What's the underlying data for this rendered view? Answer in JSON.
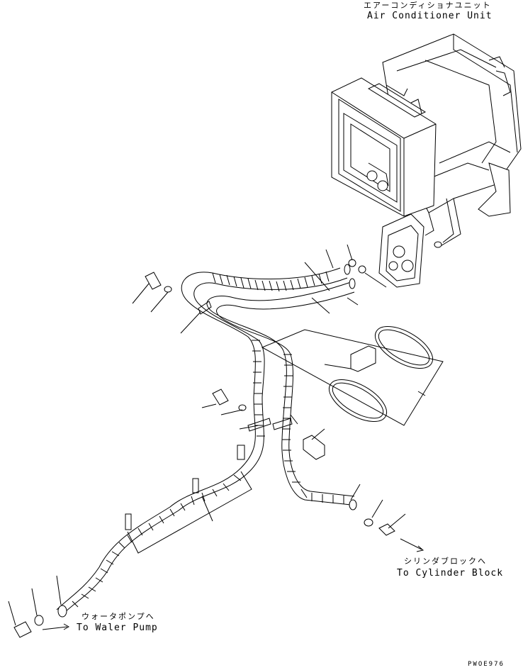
{
  "labels": {
    "ac_unit_jp": "エアーコンディショナユニット",
    "ac_unit_en": "Air Conditioner Unit",
    "cyl_block_jp": "シリンダブロックへ",
    "cyl_block_en": "To Cylinder Block",
    "water_pump_jp": "ウォータポンプへ",
    "water_pump_en": "To Waler Pump",
    "drawing_code": "PWOE976"
  }
}
